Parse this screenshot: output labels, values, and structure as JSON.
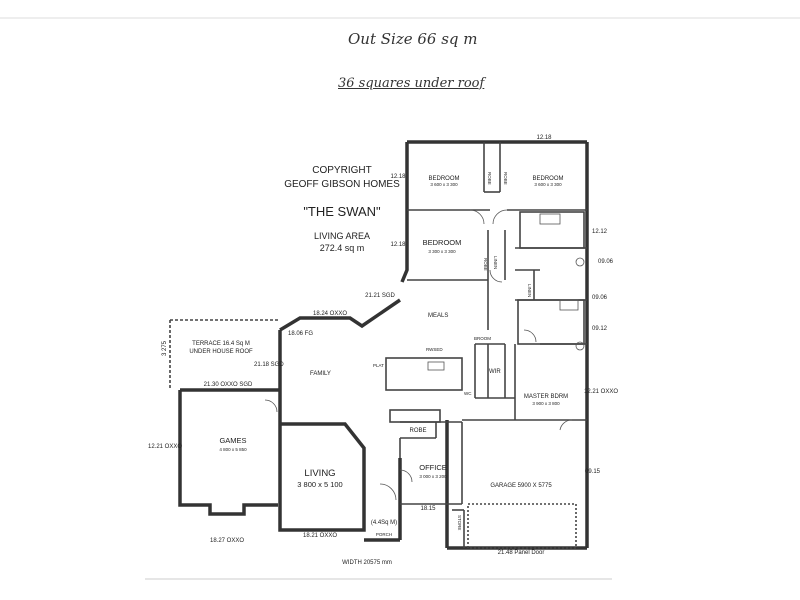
{
  "handwritten": {
    "line1": "Out Size 66 sq m",
    "line2": "36 squares under roof"
  },
  "title_block": {
    "copyright": "COPYRIGHT",
    "builder": "GEOFF GIBSON HOMES",
    "model": "\"THE SWAN\"",
    "living_area_label": "LIVING AREA",
    "living_area_value": "272.4 sq m"
  },
  "rooms": {
    "bedroom1": {
      "name": "BEDROOM",
      "size": "3 600 x 3 300"
    },
    "bedroom2": {
      "name": "BEDROOM",
      "size": "3 600 x 3 300"
    },
    "bedroom3": {
      "name": "BEDROOM",
      "size": "3 300 x 3 300"
    },
    "robe_a": "ROBE",
    "robe_b": "ROBE",
    "robe_c": "ROBE",
    "robe_d": "ROBE",
    "linen1": "LINEN",
    "linen2": "LINEN",
    "meals": "MEALS",
    "broom": "BROOM",
    "wir": "WIR",
    "wc": "WC",
    "family": "FAMILY",
    "plat": "PLAT",
    "rwsed": "RWSED",
    "master": {
      "name": "MASTER BDRM",
      "size": "3 900 x 3 800"
    },
    "terrace": {
      "name": "TERRACE 16.4 Sq M",
      "sub": "UNDER HOUSE ROOF"
    },
    "games": {
      "name": "GAMES",
      "size": "4 800 x 5 850"
    },
    "living": {
      "name": "LIVING",
      "size": "3 800 x 5 100"
    },
    "office": {
      "name": "OFFICE",
      "size": "3 000 x 3 200"
    },
    "garage": "GARAGE 5900 X 5775",
    "store": "STORE",
    "porch_area": "(4.4Sq M)",
    "porch_label": "PORCH"
  },
  "dimensions": {
    "d_1218_top": "12.18",
    "d_1218_left_a": "12.18",
    "d_1218_left_b": "12.18",
    "d_1212": "12.12",
    "d_0906_a": "09.06",
    "d_0906_b": "09.06",
    "d_0912": "09.12",
    "d_1221_right": "12.21 OXXO",
    "d_0915": "09.15",
    "d_2121_sgd": "21.21 SGD",
    "d_1824": "18.24 OXXO",
    "d_1806": "18.06 FG",
    "d_2118": "21.18 SGD",
    "d_3275": "3 275",
    "d_2130": "21.30 OXXO SGD",
    "d_1221_left": "12.21 OXXO",
    "d_1827": "18.27 OXXO",
    "d_1821": "18.21 OXXO",
    "d_1815": "18.15",
    "d_2148": "21.48 Panel Door",
    "width": "WIDTH 20575 mm"
  }
}
